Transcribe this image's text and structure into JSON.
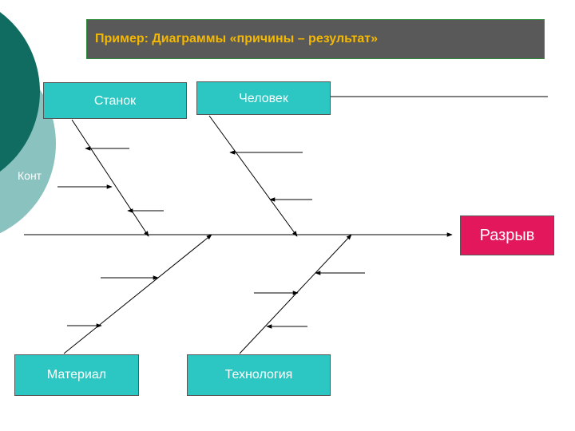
{
  "slide": {
    "title": "Пример: Диаграммы «причины – результат»",
    "side_text_fragment": "Конт"
  },
  "categories": {
    "top_left": "Станок",
    "top_right": "Человек",
    "bottom_left": "Материал",
    "bottom_right": "Технология"
  },
  "effect": "Разрыв",
  "colors": {
    "title_bg": "#595959",
    "title_text": "#f5b800",
    "category_box": "#2cc7c2",
    "effect_box": "#e2175c",
    "decor_dark": "#106b60",
    "decor_light": "#8ac2bf"
  }
}
